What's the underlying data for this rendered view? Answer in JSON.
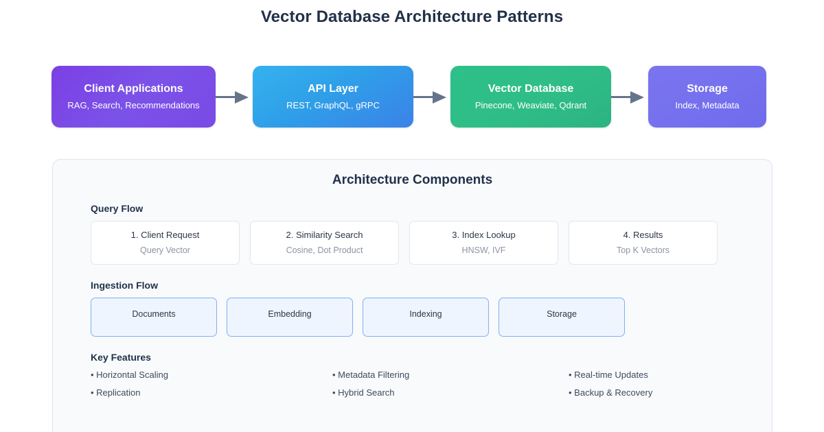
{
  "title": "Vector Database Architecture Patterns",
  "flow": {
    "boxes": [
      {
        "title": "Client Applications",
        "subtitle": "RAG, Search, Recommendations",
        "color": "#7b3fe4"
      },
      {
        "title": "API Layer",
        "subtitle": "REST, GraphQL, gRPC",
        "color": "#2f9fe8"
      },
      {
        "title": "Vector Database",
        "subtitle": "Pinecone, Weaviate, Qdrant",
        "color": "#2ebd87"
      },
      {
        "title": "Storage",
        "subtitle": "Index, Metadata",
        "color": "#7570ee"
      }
    ],
    "arrow_color": "#65748b"
  },
  "panel": {
    "title": "Architecture Components",
    "query_flow": {
      "heading": "Query Flow",
      "cards": [
        {
          "title": "1. Client Request",
          "subtitle": "Query Vector"
        },
        {
          "title": "2. Similarity Search",
          "subtitle": "Cosine, Dot Product"
        },
        {
          "title": "3. Index Lookup",
          "subtitle": "HNSW, IVF"
        },
        {
          "title": "4. Results",
          "subtitle": "Top K Vectors"
        }
      ]
    },
    "ingestion_flow": {
      "heading": "Ingestion Flow",
      "cards": [
        {
          "label": "Documents"
        },
        {
          "label": "Embedding"
        },
        {
          "label": "Indexing"
        },
        {
          "label": "Storage"
        }
      ]
    },
    "key_features": {
      "heading": "Key Features",
      "items": [
        "• Horizontal Scaling",
        "• Metadata Filtering",
        "• Real-time Updates",
        "• Replication",
        "• Hybrid Search",
        "• Backup & Recovery"
      ]
    }
  }
}
